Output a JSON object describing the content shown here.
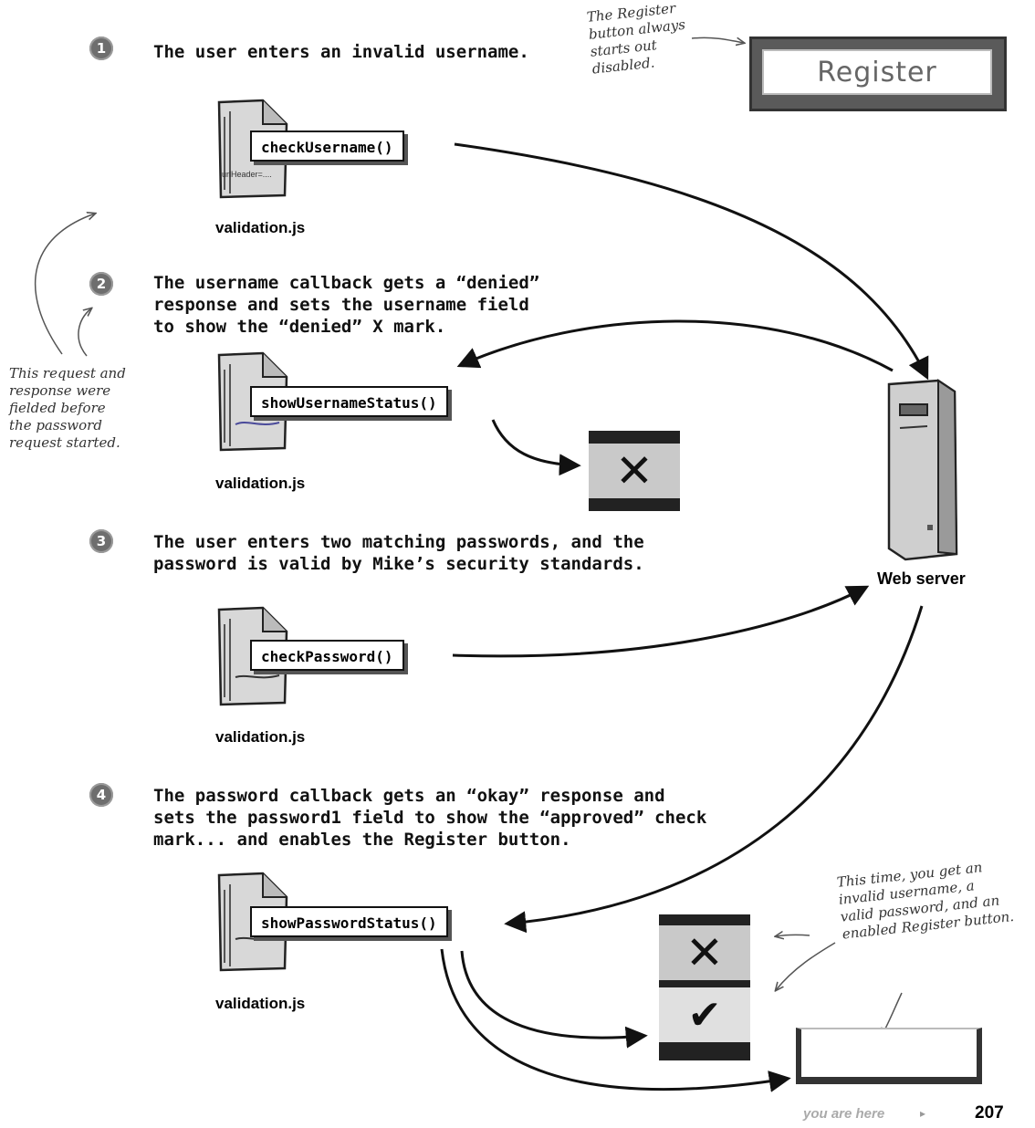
{
  "steps": [
    {
      "num": "1",
      "text": "The user enters an invalid username."
    },
    {
      "num": "2",
      "text": "The username callback gets a “denied”\nresponse and sets the username field\nto show the “denied” X mark."
    },
    {
      "num": "3",
      "text": "The user enters two matching passwords, and the\npassword is valid by Mike’s security standards."
    },
    {
      "num": "4",
      "text": "The password callback gets an “okay” response and\nsets the password1 field to show the “approved” check\nmark... and enables the Register button."
    }
  ],
  "functions": {
    "f1": "checkUsername()",
    "f2": "showUsernameStatus()",
    "f3": "checkPassword()",
    "f4": "showPasswordStatus()"
  },
  "file_label": "validation.js",
  "file_scribbles": {
    "f1": "urlHeader=...."
  },
  "register_button": "Register",
  "web_server": "Web server",
  "notes": {
    "register": "The Register\nbutton always\nstarts out\ndisabled.",
    "request": "This request and\nresponse were\nfielded before\nthe password\nrequest started.",
    "result": "This time, you get an\ninvalid username, a\nvalid password, and an\nenabled Register button."
  },
  "status_marks": {
    "denied": "✕",
    "approved": "✔"
  },
  "footer": {
    "here": "you are here",
    "arrow": "▸",
    "page": "207"
  },
  "colors": {
    "step_badge": "#6e6e6e",
    "status_box": "#222222",
    "status_fill": "#c9c9c9",
    "register_frame": "#5a5a5a"
  },
  "icons": [
    "file-icon",
    "server-icon",
    "x-icon",
    "check-icon",
    "arrow-icon"
  ]
}
